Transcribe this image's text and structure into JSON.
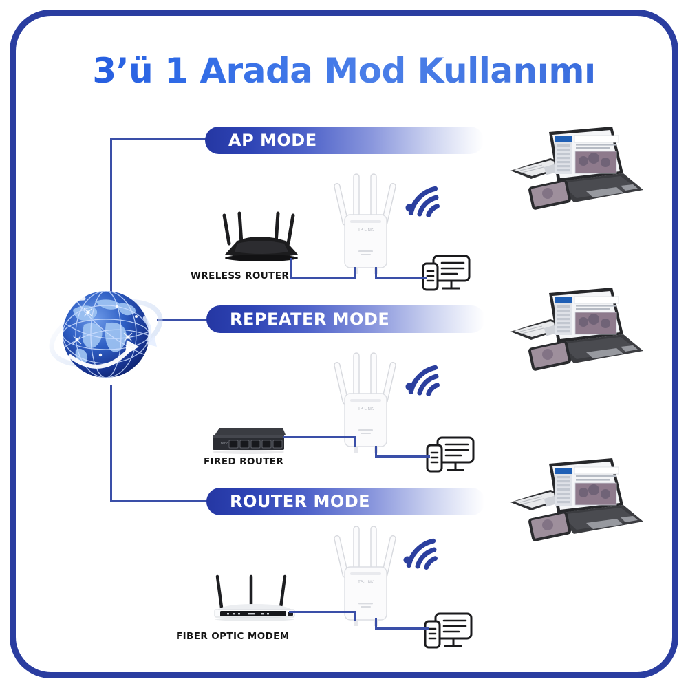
{
  "poster": {
    "title": "3’ü 1 Arada Mod Kullanımı",
    "frame_color": "#2a3da0",
    "background_color": "#ffffff",
    "line_color": "#3a4fa8",
    "accent_color": "#2537a3",
    "wifi_icon_color": "#2b3f9e",
    "globe_color": "#1b3fa8"
  },
  "globe": {
    "icon": "globe-internet-icon",
    "alt": "world globe with network links"
  },
  "modes": [
    {
      "id": "ap",
      "banner_label": "AP MODE",
      "source_device_label": "WRELESS ROUTER",
      "source_device_icon": "black-wireless-router-icon",
      "extender_icon": "wifi-range-extender-icon",
      "extender_brand": "TP-LINK",
      "wifi_icon": "wifi-signal-icon",
      "client_icon": "monitor-and-phone-icon",
      "laptop_icon": "laptop-tablet-phone-icon"
    },
    {
      "id": "repeater",
      "banner_label": "REPEATER MODE",
      "source_device_label": "FIRED ROUTER",
      "source_device_icon": "network-switch-icon",
      "extender_icon": "wifi-range-extender-icon",
      "extender_brand": "TP-LINK",
      "wifi_icon": "wifi-signal-icon",
      "client_icon": "monitor-and-phone-icon",
      "laptop_icon": "laptop-tablet-phone-icon"
    },
    {
      "id": "router",
      "banner_label": "ROUTER MODE",
      "source_device_label": "FIBER OPTIC MODEM",
      "source_device_icon": "fiber-optic-modem-icon",
      "extender_icon": "wifi-range-extender-icon",
      "extender_brand": "TP-LINK",
      "wifi_icon": "wifi-signal-icon",
      "client_icon": "monitor-and-phone-icon",
      "laptop_icon": "laptop-tablet-phone-icon"
    }
  ]
}
